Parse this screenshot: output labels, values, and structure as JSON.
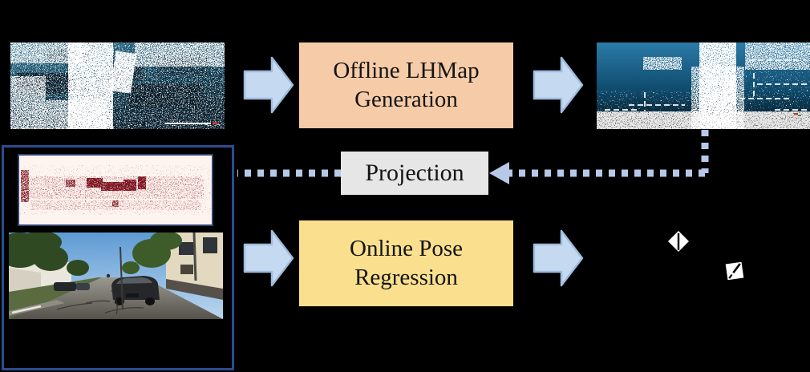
{
  "figure": {
    "background": "#000000",
    "boxes": {
      "offline": {
        "label": "Offline LHMap\nGeneration",
        "bg": "#F6CBA7"
      },
      "projection": {
        "label": "Projection",
        "bg": "#E7E6E6"
      },
      "online": {
        "label": "Online Pose\nRegression",
        "bg": "#FADF8E"
      }
    },
    "colors": {
      "block_arrow_fill": "#C5D9F0",
      "block_arrow_border": "#9FBCDE",
      "dotted_connector": "#B7C8E8",
      "group_border": "#2C4D8E",
      "projected_map_border": "#2E4370",
      "lidar_map_bg_top": "#2F7292",
      "lidar_map_bg_bottom": "#071F2E",
      "projected_map_bg": "#FDF4EF",
      "projected_map_points": "#8B1E2D",
      "pose_marker": "#FFFFFF"
    }
  }
}
